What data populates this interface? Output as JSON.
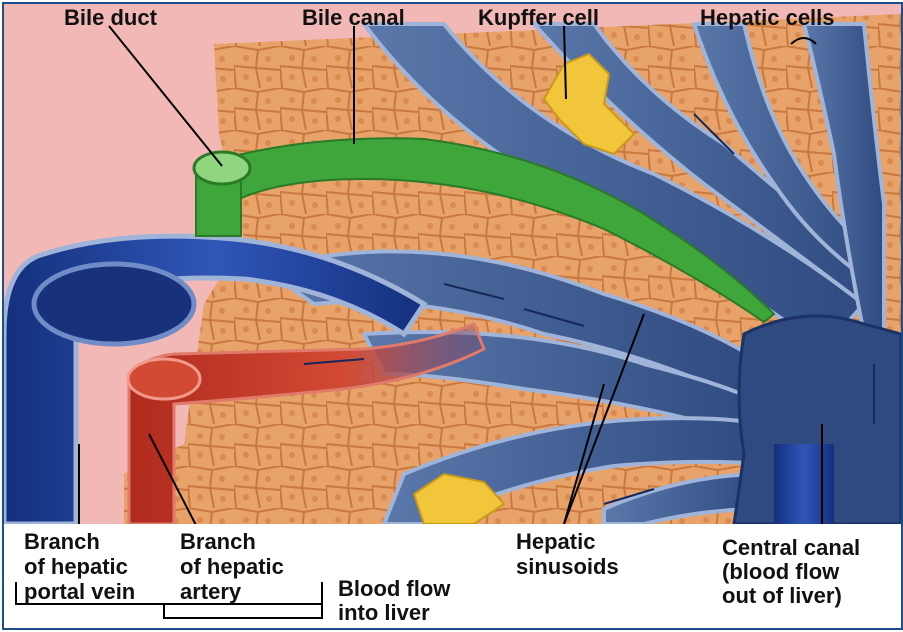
{
  "labels": {
    "bile_duct": "Bile duct",
    "bile_canal": "Bile canal",
    "kupffer_cell": "Kupffer cell",
    "hepatic_cells": "Hepatic cells",
    "portal_vein": [
      "Branch",
      "of hepatic",
      "portal vein"
    ],
    "hepatic_artery": [
      "Branch",
      "of hepatic",
      "artery"
    ],
    "blood_flow_in": [
      "Blood flow",
      "into liver"
    ],
    "sinusoids": [
      "Hepatic",
      "sinusoids"
    ],
    "central_canal": [
      "Central canal",
      "(blood flow",
      "out of liver)"
    ]
  },
  "colors": {
    "background_pink": "#f2b8b6",
    "hepatocyte_fill": "#e8a36a",
    "hepatocyte_edge": "#c9783f",
    "portal_vein_blue": "#1d3c9a",
    "sinusoid_blue": "#3f5f96",
    "vessel_edge": "#9fb4d8",
    "bile_green": "#3ea63a",
    "artery_red": "#c73425",
    "kupffer_yellow": "#f2c63a",
    "frame_blue": "#1f4e8c"
  }
}
